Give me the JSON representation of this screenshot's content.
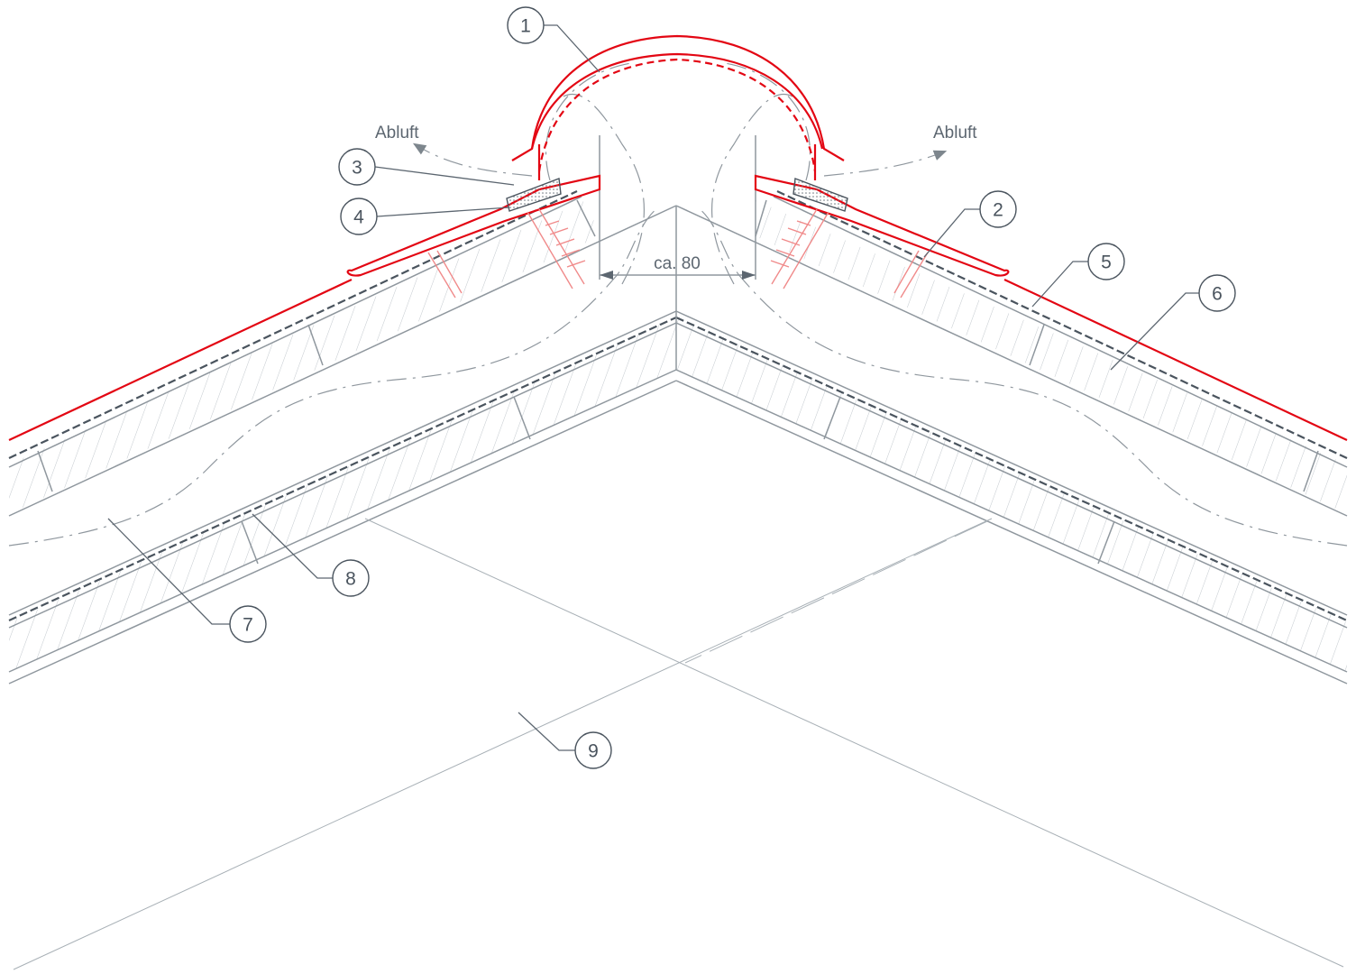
{
  "labels": {
    "exhaust_left": "Abluft",
    "exhaust_right": "Abluft",
    "dimension": "ca. 80"
  },
  "callouts": [
    "1",
    "2",
    "3",
    "4",
    "5",
    "6",
    "7",
    "8",
    "9"
  ],
  "colors": {
    "ridge_metal": "#e30613",
    "construction_lines": "#8f979e",
    "text": "#4a545e"
  }
}
